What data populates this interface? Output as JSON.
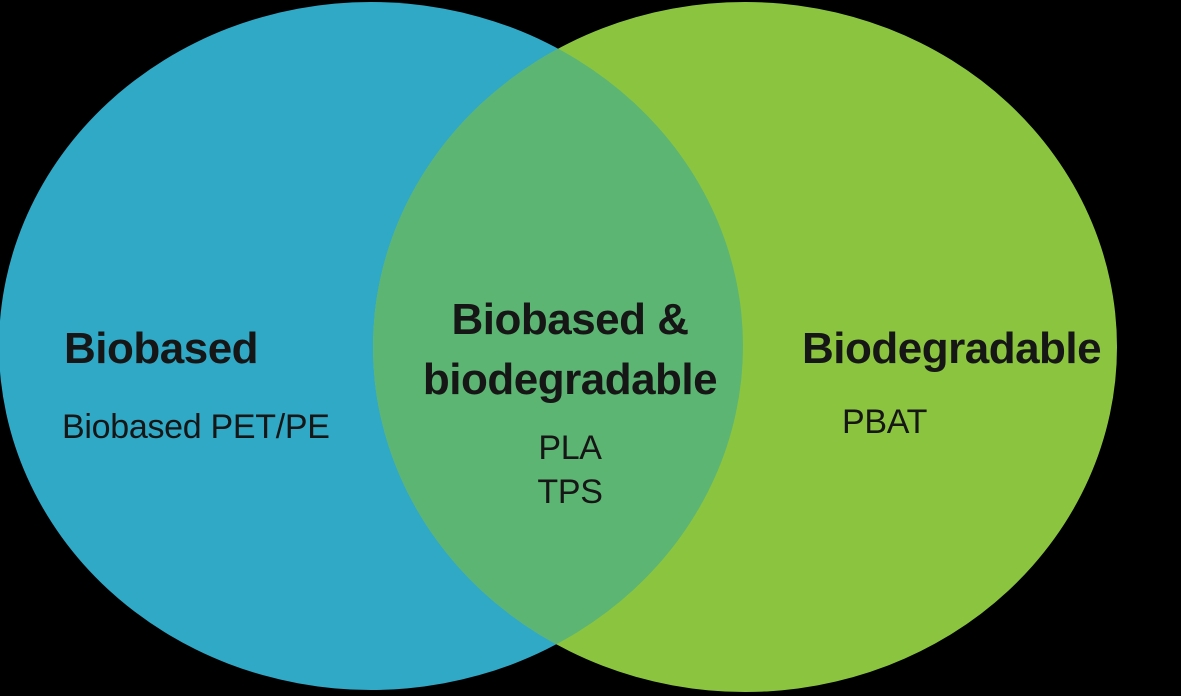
{
  "diagram": {
    "type": "venn",
    "colors": {
      "background": "#000000",
      "biobased_circle": "#30A9C7",
      "biodegradable_circle": "#8BC540",
      "overlap_region": "#5CB573",
      "text": "#161616"
    },
    "sets": [
      {
        "id": "biobased",
        "title": "Biobased",
        "items": [
          "Biobased PET/PE"
        ]
      },
      {
        "id": "biobased-biodegradable",
        "title": "Biobased & biodegradable",
        "items": [
          "PLA",
          "TPS"
        ]
      },
      {
        "id": "biodegradable",
        "title": "Biodegradable",
        "items": [
          "PBAT"
        ]
      }
    ]
  }
}
